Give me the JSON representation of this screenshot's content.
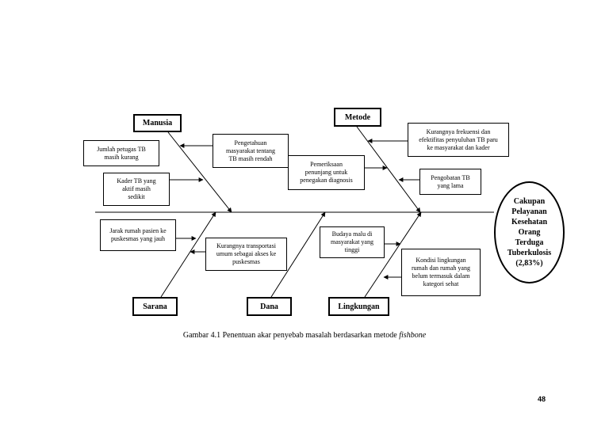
{
  "categories": {
    "manusia": "Manusia",
    "metode": "Metode",
    "sarana": "Sarana",
    "dana": "Dana",
    "lingkungan": "Lingkungan"
  },
  "causes": {
    "jumlah_petugas": "Jumlah petugas TB\nmasih kurang",
    "pengetahuan": "Pengetahuan\nmasyarakat tentang\nTB masih rendah",
    "kader": "Kader TB yang\naktif masih\nsedikit",
    "kurangnya_frekuensi": "Kurangnya frekuensi dan\nefektifitas penyuluhan TB paru\nke masyarakat dan kader",
    "pemeriksaan": "Pemeriksaan\npenunjang untuk\npenegakan diagnosis",
    "pengobatan": "Pengobatan TB\nyang lama",
    "jarak": "Jarak rumah pasien ke\npuskesmas yang jauh",
    "transportasi": "Kurangnya transportasi\numum sebagai akses ke\npuskesmas",
    "budaya": "Budaya malu di\nmasyarakat yang\ntinggi",
    "kondisi": "Kondisi lingkungan\nrumah dan rumah yang\nbelum termasuk dalam\nkategori sehat"
  },
  "effect": "Cakupan\nPelayanan\nKesehatan\nOrang\nTerduga\nTuberkulosis\n(2,83%)",
  "caption": {
    "text": "Gambar 4.1 Penentuan akar penyebab masalah berdasarkan metode ",
    "italic": "fishbone"
  },
  "page_number": "48"
}
